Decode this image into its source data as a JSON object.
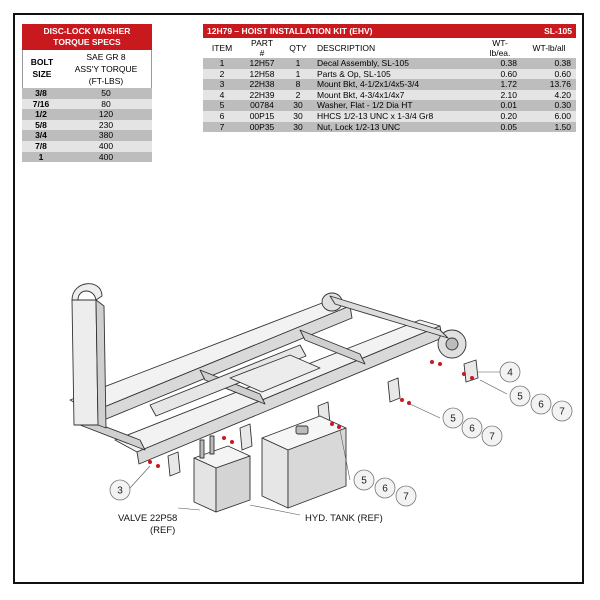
{
  "torque_table": {
    "title_line1": "DISC-LOCK WASHER",
    "title_line2": "TORQUE SPECS",
    "col_size_line1": "BOLT",
    "col_size_line2": "SIZE",
    "col_torque_line1": "SAE GR 8",
    "col_torque_line2": "ASS'Y TORQUE",
    "col_torque_line3": "(FT-LBS)",
    "rows": [
      {
        "size": "3/8",
        "torque": "50"
      },
      {
        "size": "7/16",
        "torque": "80"
      },
      {
        "size": "1/2",
        "torque": "120"
      },
      {
        "size": "5/8",
        "torque": "230"
      },
      {
        "size": "3/4",
        "torque": "380"
      },
      {
        "size": "7/8",
        "torque": "400"
      },
      {
        "size": "1",
        "torque": "400"
      }
    ]
  },
  "kit_table": {
    "title": "12H79 – HOIST INSTALLATION KIT (EHV)",
    "code": "SL-105",
    "col_item": "ITEM",
    "col_part_line1": "PART",
    "col_part_line2": "#",
    "col_qty": "QTY",
    "col_desc": "DESCRIPTION",
    "col_wt_line1": "WT-",
    "col_wt_line2": "lb/ea.",
    "col_wtall": "WT-lb/all",
    "rows": [
      {
        "item": "1",
        "part": "12H57",
        "qty": "1",
        "desc": "Decal Assembly, SL-105",
        "wt": "0.38",
        "wtall": "0.38"
      },
      {
        "item": "2",
        "part": "12H58",
        "qty": "1",
        "desc": "Parts & Op, SL-105",
        "wt": "0.60",
        "wtall": "0.60"
      },
      {
        "item": "3",
        "part": "22H38",
        "qty": "8",
        "desc": "Mount Bkt, 4-1/2x1/4x5-3/4",
        "wt": "1.72",
        "wtall": "13.76"
      },
      {
        "item": "4",
        "part": "22H39",
        "qty": "2",
        "desc": "Mount Bkt, 4-3/4x1/4x7",
        "wt": "2.10",
        "wtall": "4.20"
      },
      {
        "item": "5",
        "part": "00784",
        "qty": "30",
        "desc": "Washer, Flat - 1/2 Dia HT",
        "wt": "0.01",
        "wtall": "0.30"
      },
      {
        "item": "6",
        "part": "00P15",
        "qty": "30",
        "desc": "HHCS 1/2-13 UNC x 1-3/4 Gr8",
        "wt": "0.20",
        "wtall": "6.00"
      },
      {
        "item": "7",
        "part": "00P35",
        "qty": "30",
        "desc": "Nut, Lock 1/2-13 UNC",
        "wt": "0.05",
        "wtall": "1.50"
      }
    ]
  },
  "diagram": {
    "callouts": [
      "4",
      "5",
      "6",
      "7",
      "5",
      "6",
      "7",
      "5",
      "6",
      "7",
      "3"
    ],
    "valve_label_line1": "VALVE 22P58",
    "valve_label_line2": "(REF)",
    "tank_label": "HYD. TANK (REF)"
  }
}
